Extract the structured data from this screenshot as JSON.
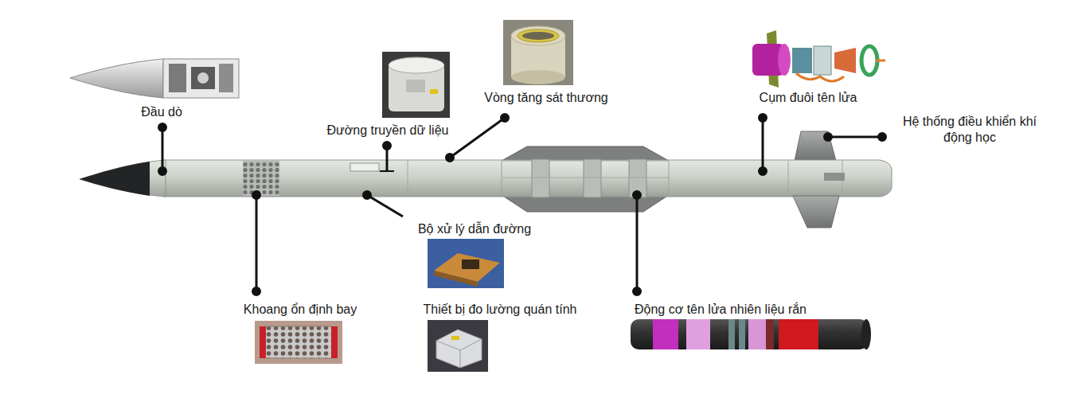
{
  "diagram": {
    "labels": [
      "Đầu dò",
      "Vòng tăng sát thương",
      "Cụm đuôi tên lửa",
      "Hệ thống điều khiển khí động học",
      "Đường truyền dữ liệu",
      "Bộ xử lý dẫn đường",
      "Khoang ổn định bay",
      "Thiết bị đo lường quán tính",
      "Động cơ tên lửa nhiên liệu rắn"
    ]
  }
}
